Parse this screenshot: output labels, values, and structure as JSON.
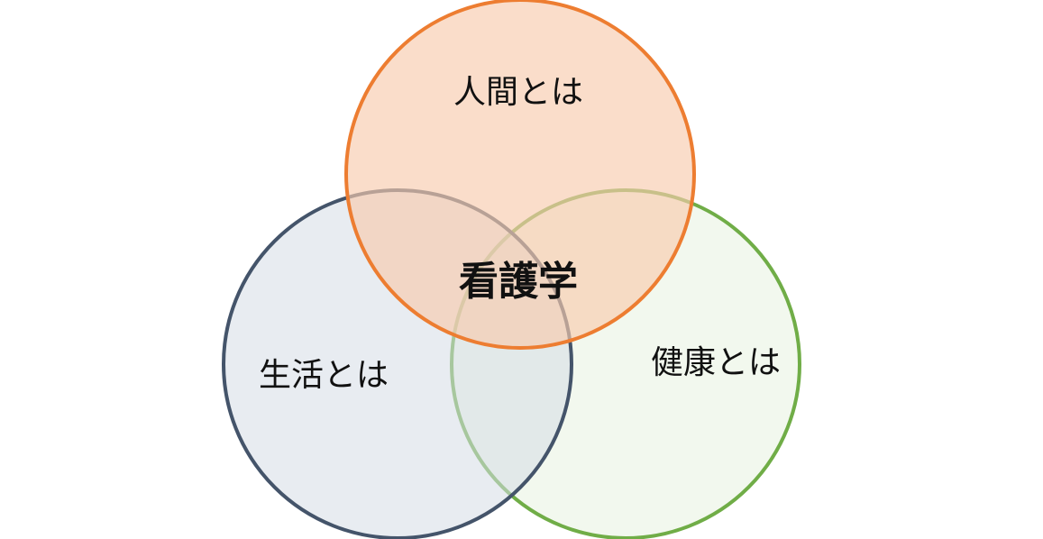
{
  "diagram": {
    "type": "venn",
    "center_label": "看護学",
    "sets": [
      {
        "label": "人間とは",
        "stroke": "#ED7D31",
        "fill": "#F8CBAD"
      },
      {
        "label": "生活とは",
        "stroke": "#44546A",
        "fill": "#D6DCE5"
      },
      {
        "label": "健康とは",
        "stroke": "#70AD47",
        "fill": "#E2F0D9"
      }
    ]
  }
}
